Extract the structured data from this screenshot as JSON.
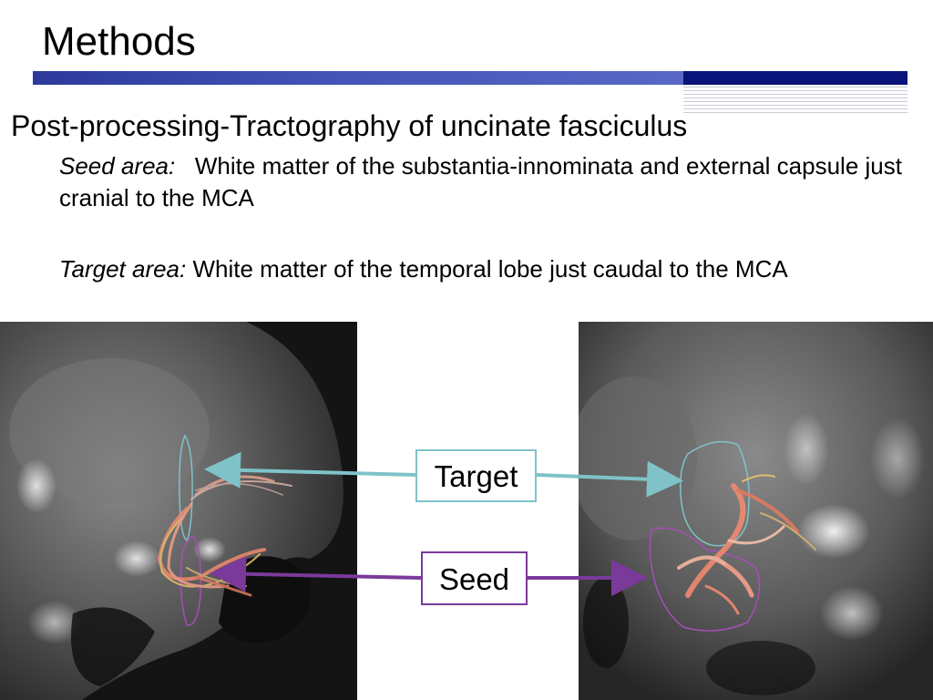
{
  "slide": {
    "title": "Methods",
    "heading": "Post-processing-Tractography of uncinate fasciculus",
    "seed": {
      "label": "Seed area:",
      "text": "White matter of the substantia-innominata and external capsule just cranial to the MCA"
    },
    "target": {
      "label": "Target area:",
      "text": "White matter of the temporal lobe just caudal to the MCA"
    }
  },
  "callouts": {
    "target_label": "Target",
    "seed_label": "Seed",
    "target_color": "#7fc3c9",
    "seed_color": "#7a3a9a"
  },
  "images": {
    "left_alt": "sagittal MRI with tractography fibers",
    "right_alt": "coronal MRI with tractography fibers"
  },
  "colors": {
    "title_bar": "#4252b6",
    "title_bar_dark": "#0a137a",
    "fiber": "#f08a70"
  }
}
